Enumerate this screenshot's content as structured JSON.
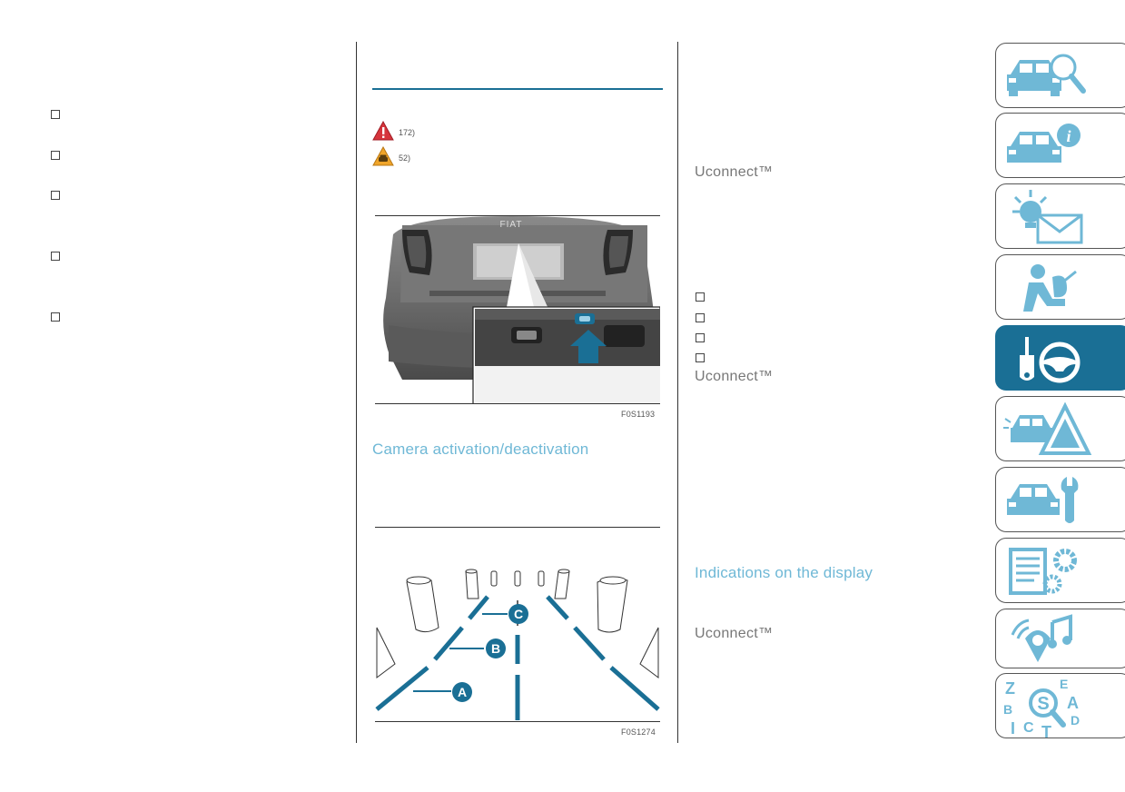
{
  "left_column": {
    "checkbox_count": 5
  },
  "middle_column": {
    "warnings": [
      {
        "icon": "warning-triangle-red-icon",
        "ref": "172)"
      },
      {
        "icon": "car-caution-orange-icon",
        "ref": "52)"
      }
    ],
    "figure1": {
      "code": "F0S1193",
      "brand_text": "FIAT"
    },
    "section_heading": "Camera activation/deactivation",
    "figure2": {
      "code": "F0S1274",
      "markers": [
        "A",
        "B",
        "C"
      ]
    }
  },
  "right_column": {
    "uconnect_1": "Uconnect™",
    "uconnect_2": "Uconnect™",
    "heading": "Indications on the display",
    "uconnect_3": "Uconnect™"
  },
  "side_tabs": [
    {
      "icon": "car-search-icon",
      "active": false
    },
    {
      "icon": "car-info-icon",
      "active": false
    },
    {
      "icon": "warning-light-message-icon",
      "active": false
    },
    {
      "icon": "airbag-seat-icon",
      "active": false
    },
    {
      "icon": "key-steering-wheel-icon",
      "active": true
    },
    {
      "icon": "car-hazard-triangle-icon",
      "active": false
    },
    {
      "icon": "car-wrench-icon",
      "active": false
    },
    {
      "icon": "list-gears-icon",
      "active": false
    },
    {
      "icon": "multimedia-icon",
      "active": false
    },
    {
      "icon": "alphabet-index-icon",
      "active": false
    }
  ],
  "colors": {
    "accent_blue": "#1a6f95",
    "tab_icon_blue": "#6fb8d6",
    "heading_blue": "#6fb8d6",
    "warning_red": "#d6343c",
    "warning_orange": "#f0a52a"
  }
}
